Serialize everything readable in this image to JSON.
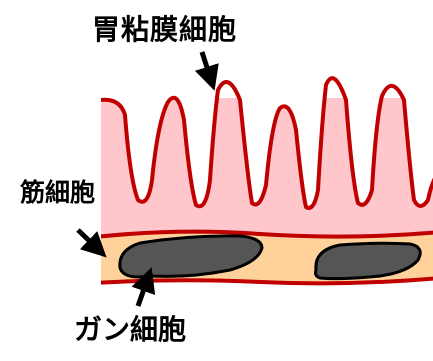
{
  "labels": {
    "gastric_mucosa_cells": "胃粘膜細胞",
    "muscle_cells": "筋細胞",
    "cancer_cells": "ガン細胞"
  },
  "colors": {
    "mucosa_fill": "#ffc7cb",
    "mucosa_outline": "#c00000",
    "muscle_fill": "#ffd29c",
    "cancer_fill": "#555555",
    "cancer_outline": "#000000",
    "arrow": "#000000"
  }
}
